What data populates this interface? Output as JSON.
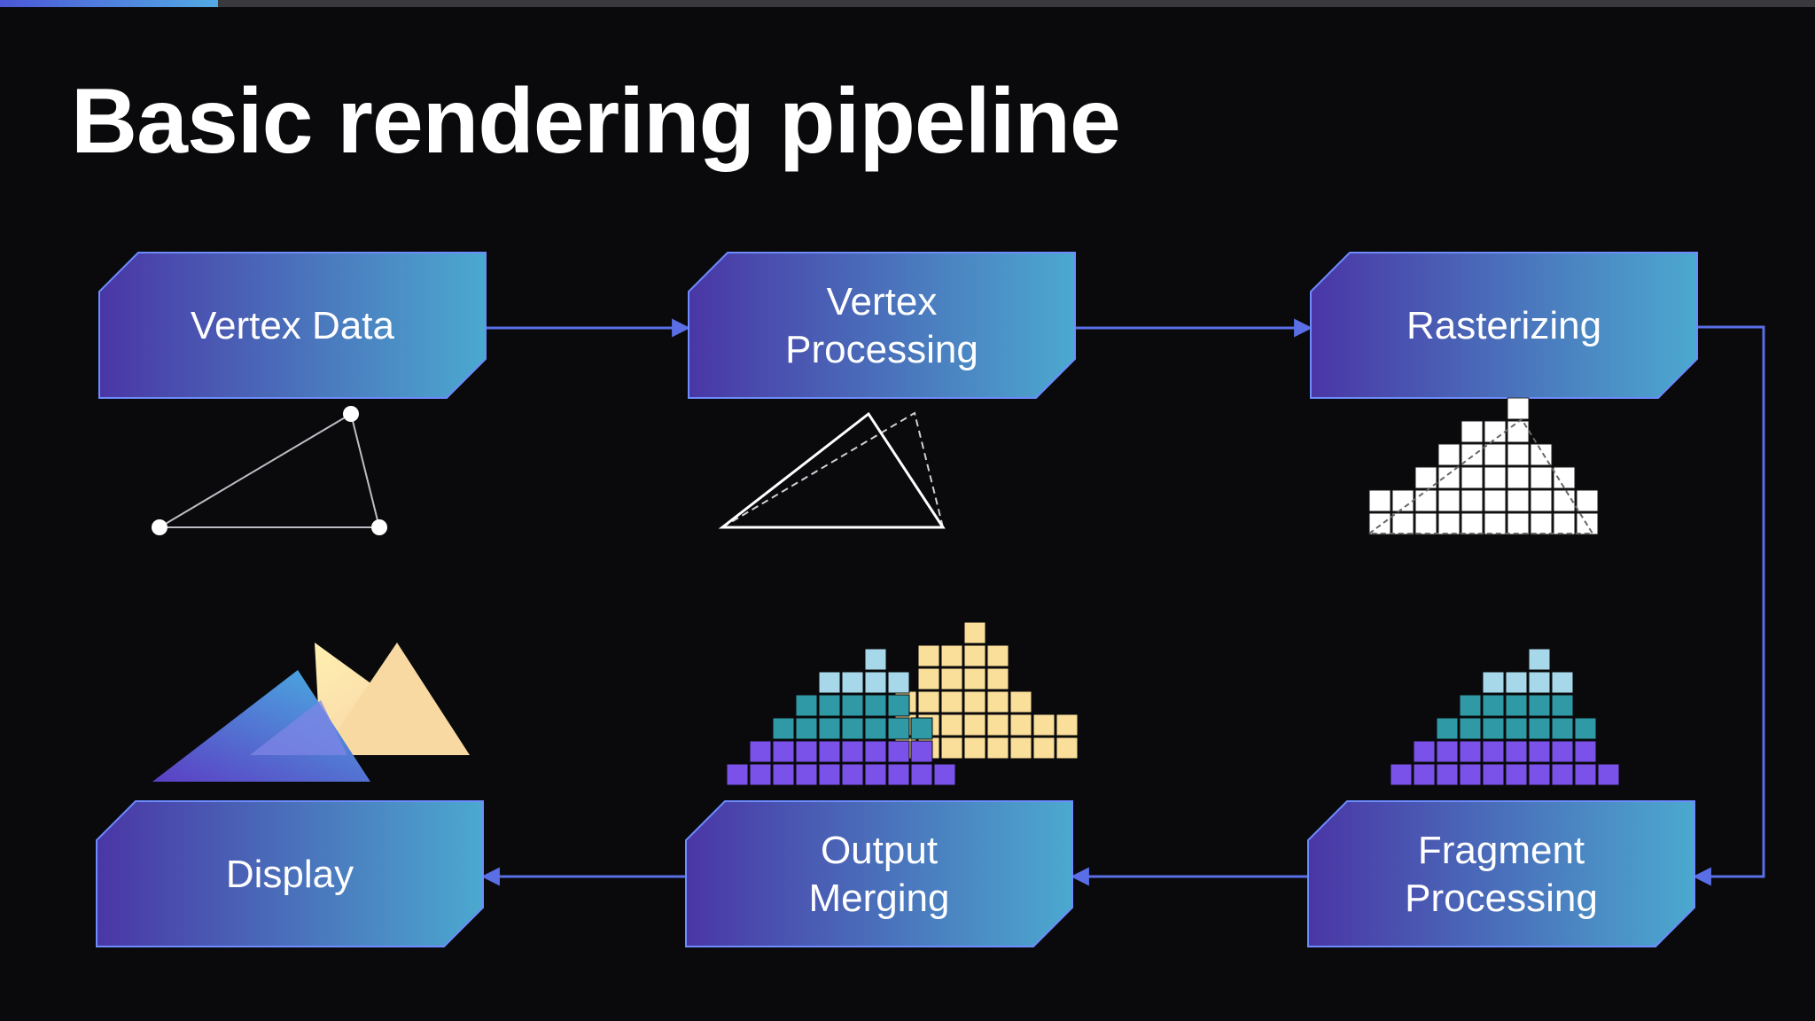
{
  "slide": {
    "title": "Basic rendering pipeline",
    "progress": 0.12
  },
  "stages": [
    {
      "id": "vertex-data",
      "lines": [
        "Vertex Data"
      ]
    },
    {
      "id": "vertex-processing",
      "lines": [
        "Vertex",
        "Processing"
      ]
    },
    {
      "id": "rasterizing",
      "lines": [
        "Rasterizing"
      ]
    },
    {
      "id": "fragment-processing",
      "lines": [
        "Fragment",
        "Processing"
      ]
    },
    {
      "id": "output-merging",
      "lines": [
        "Output",
        "Merging"
      ]
    },
    {
      "id": "display",
      "lines": [
        "Display"
      ]
    }
  ],
  "flow": [
    [
      "vertex-data",
      "vertex-processing"
    ],
    [
      "vertex-processing",
      "rasterizing"
    ],
    [
      "rasterizing",
      "fragment-processing"
    ],
    [
      "fragment-processing",
      "output-merging"
    ],
    [
      "output-merging",
      "display"
    ]
  ],
  "colors": {
    "stage_gradient_start": "#4a36a6",
    "stage_gradient_end": "#4ba9cf",
    "stage_border": "#6c8cff",
    "connector": "#5a6fe6",
    "pixel_white": "#ffffff",
    "pixel_purple": "#7a52ea",
    "pixel_teal": "#2f9aa6",
    "pixel_light_blue": "#a6d8ea",
    "pixel_yellow": "#fadf9a",
    "triangle_blue": "#4a8fd8",
    "triangle_yellow": "#fbe0a8"
  },
  "icons": [
    "vertex-triangle-icon",
    "transformed-triangle-icon",
    "rasterized-grid-icon",
    "shaded-fragments-icon",
    "merged-fragments-icon",
    "overlapping-triangles-icon"
  ]
}
